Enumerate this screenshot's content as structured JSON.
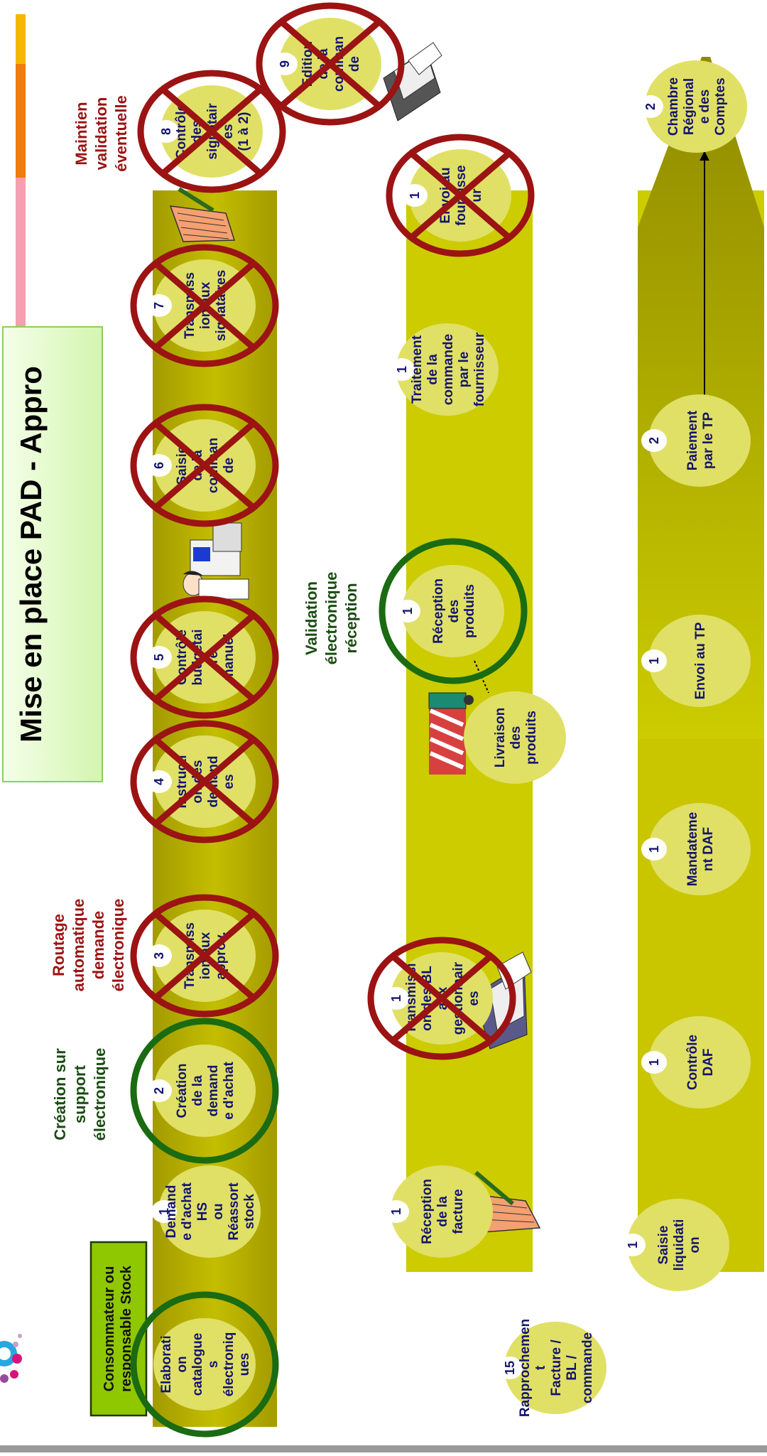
{
  "title": "Mise en place PAD - Appro",
  "actor_label": [
    "Consommateur ou",
    "responsable Stock"
  ],
  "annotations": {
    "creation": [
      "Création sur",
      "support",
      "électronique"
    ],
    "routage": [
      "Routage",
      "automatique",
      "demande",
      "électronique"
    ],
    "maintien": [
      "Maintien",
      "validation",
      "éventuelle"
    ],
    "validation": [
      "Validation",
      "électronique",
      "réception"
    ]
  },
  "lane1_steps": [
    {
      "num": "",
      "lines": [
        "Elaborati",
        "on",
        "catalogue",
        "s",
        "électroniq",
        "ues"
      ],
      "status": "kept"
    },
    {
      "num": "1",
      "lines": [
        "Demand",
        "e d'achat",
        "HS",
        "ou",
        "Réassort",
        "stock"
      ],
      "status": "normal"
    },
    {
      "num": "2",
      "lines": [
        "Création",
        "de la",
        "demand",
        "e d'achat"
      ],
      "status": "kept"
    },
    {
      "num": "3",
      "lines": [
        "Transmiss",
        "ion aux",
        "approv."
      ],
      "status": "removed"
    },
    {
      "num": "4",
      "lines": [
        "Instructi",
        "on des",
        "demand",
        "es"
      ],
      "status": "removed"
    },
    {
      "num": "5",
      "lines": [
        "Contrôle",
        "budgétai",
        "re",
        "manuel"
      ],
      "status": "removed"
    },
    {
      "num": "6",
      "lines": [
        "Saisie",
        "de la",
        "comman",
        "de"
      ],
      "status": "removed"
    },
    {
      "num": "7",
      "lines": [
        "Transmiss",
        "ion aux",
        "signataires"
      ],
      "status": "removed"
    },
    {
      "num": "8",
      "lines": [
        "Contrôle",
        "des",
        "signatair",
        "es",
        "(1 à 2)"
      ],
      "status": "removed"
    },
    {
      "num": "9",
      "lines": [
        "Edition",
        "de la",
        "comman",
        "de"
      ],
      "status": "removed"
    }
  ],
  "lane2_steps": [
    {
      "num": "1",
      "lines": [
        "Réception",
        "de la",
        "facture"
      ],
      "status": "normal"
    },
    {
      "num": "1",
      "lines": [
        "Transmissi",
        "on des BL",
        "aux",
        "gestionnair",
        "es"
      ],
      "status": "removed"
    },
    {
      "num": "",
      "lines": [
        "Livraison",
        "des",
        "produits"
      ],
      "status": "normal"
    },
    {
      "num": "1",
      "lines": [
        "Réception",
        "des",
        "produits"
      ],
      "status": "kept"
    },
    {
      "num": "1",
      "lines": [
        "Traitement",
        "de la",
        "commande",
        "par le",
        "fournisseur"
      ],
      "status": "normal"
    },
    {
      "num": "1",
      "lines": [
        "Envoi au",
        "fournisse",
        "ur"
      ],
      "status": "removed"
    }
  ],
  "lane3_steps": [
    {
      "num": "1",
      "lines": [
        "Saisie",
        "liquidati",
        "on"
      ]
    },
    {
      "num": "1",
      "lines": [
        "Contrôle",
        "DAF"
      ]
    },
    {
      "num": "1",
      "lines": [
        "Mandateme",
        "nt DAF"
      ]
    },
    {
      "num": "1",
      "lines": [
        "Envoi au TP"
      ]
    },
    {
      "num": "2",
      "lines": [
        "Paiement",
        "par le TP"
      ]
    },
    {
      "num": "2",
      "lines": [
        "Chambre",
        "Régional",
        "e des",
        "Comptes"
      ]
    }
  ],
  "bottom_step": {
    "num": "15",
    "lines": [
      "Rapprochemen",
      "t",
      "Facture /",
      "BL /",
      "commande"
    ]
  },
  "colors": {
    "lane_dark": "#a8a100",
    "lane_light": "#cccc00",
    "circle": "#e0e066",
    "kept": "#1a6b12",
    "removed": "#9b1313",
    "number": "#14146e",
    "annotation_red": "#9b1313",
    "annotation_green": "#1a4d12"
  }
}
